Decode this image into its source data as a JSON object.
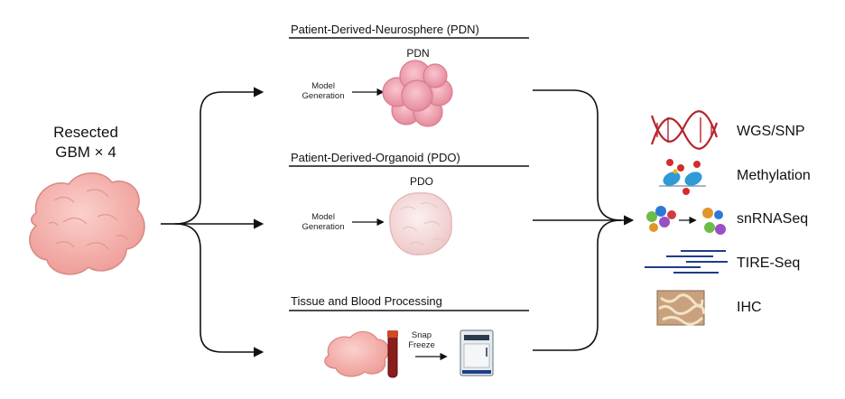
{
  "source": {
    "line1": "Resected",
    "line2": "GBM × 4"
  },
  "branches": [
    {
      "title": "Patient-Derived-Neurosphere (PDN)",
      "sublabel": "PDN",
      "step_line1": "Model",
      "step_line2": "Generation"
    },
    {
      "title": "Patient-Derived-Organoid (PDO)",
      "sublabel": "PDO",
      "step_line1": "Model",
      "step_line2": "Generation"
    },
    {
      "title": "Tissue and Blood Processing",
      "step_line1": "Snap",
      "step_line2": "Freeze"
    }
  ],
  "assays": [
    {
      "label": "WGS/SNP",
      "icon": "dna-helix-icon"
    },
    {
      "label": "Methylation",
      "icon": "methylation-icon"
    },
    {
      "label": "snRNASeq",
      "icon": "single-nucleus-cells-icon"
    },
    {
      "label": "TIRE-Seq",
      "icon": "sequencing-reads-icon"
    },
    {
      "label": "IHC",
      "icon": "histology-tissue-icon"
    }
  ],
  "colors": {
    "tissue": "#f6b8b4",
    "pdn": "#f2a7b5",
    "pdo": "#f7dede",
    "dna": "#b3262c",
    "reads": "#1f3c88"
  }
}
